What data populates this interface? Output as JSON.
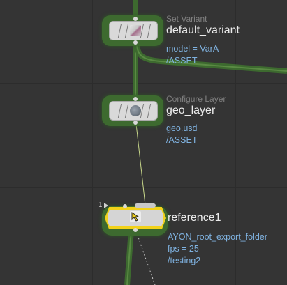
{
  "network": {
    "nodes": [
      {
        "id": "set-variant",
        "type_label": "Set Variant",
        "name": "default_variant",
        "info": [
          "model = VarA",
          "/ASSET"
        ]
      },
      {
        "id": "configure-layer",
        "type_label": "Configure Layer",
        "name": "geo_layer",
        "info": [
          "geo.usd",
          "/ASSET"
        ]
      },
      {
        "id": "reference",
        "type_label": "",
        "name": "reference1",
        "info": [
          "AYON_root_export_folder =",
          "fps = 25",
          "/testing2"
        ],
        "input_count": "1"
      }
    ]
  },
  "colors": {
    "background": "#343434",
    "wire_green": "#3d6a2f",
    "wire_light": "#c8d88a",
    "selection_yellow": "#f2d21a",
    "info_text": "#7fb2e0",
    "type_text": "#808080"
  },
  "icons": {
    "set_variant": "variant-icon",
    "configure_layer": "layer-gear-icon",
    "reference": "reference-arrow-icon"
  }
}
